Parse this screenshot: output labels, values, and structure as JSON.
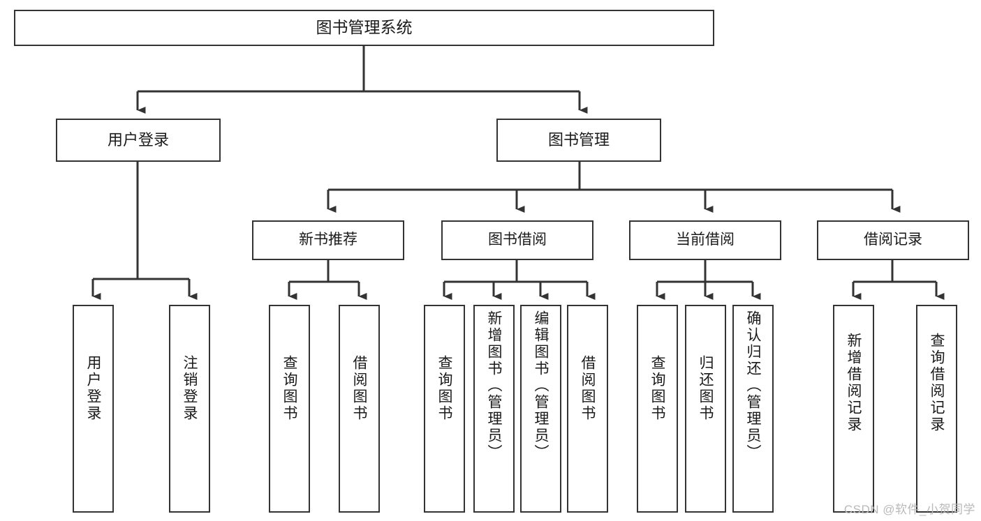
{
  "diagram": {
    "title": "图书管理系统",
    "type": "tree-hierarchy-diagram",
    "root": {
      "id": "root",
      "label": "图书管理系统"
    },
    "level1": [
      {
        "id": "user-login",
        "label": "用户登录"
      },
      {
        "id": "book-management",
        "label": "图书管理"
      }
    ],
    "level2": [
      {
        "id": "new-book-recommend",
        "label": "新书推荐",
        "parent": "book-management"
      },
      {
        "id": "book-borrow",
        "label": "图书借阅",
        "parent": "book-management"
      },
      {
        "id": "current-borrow",
        "label": "当前借阅",
        "parent": "book-management"
      },
      {
        "id": "borrow-record",
        "label": "借阅记录",
        "parent": "book-management"
      }
    ],
    "leaves": [
      {
        "id": "leaf-user-login",
        "label": "用户登录",
        "parent": "user-login"
      },
      {
        "id": "leaf-logout-login",
        "label": "注销登录",
        "parent": "user-login"
      },
      {
        "id": "leaf-query-book-1",
        "label": "查询图书",
        "parent": "new-book-recommend"
      },
      {
        "id": "leaf-borrow-book-1",
        "label": "借阅图书",
        "parent": "new-book-recommend"
      },
      {
        "id": "leaf-query-book-2",
        "label": "查询图书",
        "parent": "book-borrow"
      },
      {
        "id": "leaf-add-book",
        "label": "新增图书（管理员）",
        "parent": "book-borrow"
      },
      {
        "id": "leaf-edit-book",
        "label": "编辑图书（管理员）",
        "parent": "book-borrow"
      },
      {
        "id": "leaf-borrow-book-2",
        "label": "借阅图书",
        "parent": "book-borrow"
      },
      {
        "id": "leaf-query-book-3",
        "label": "查询图书",
        "parent": "current-borrow"
      },
      {
        "id": "leaf-return-book",
        "label": "归还图书",
        "parent": "current-borrow"
      },
      {
        "id": "leaf-confirm-return",
        "label": "确认归还（管理员）",
        "parent": "current-borrow"
      },
      {
        "id": "leaf-add-borrow-record",
        "label": "新增借阅记录",
        "parent": "borrow-record"
      },
      {
        "id": "leaf-query-borrow-record",
        "label": "查询借阅记录",
        "parent": "borrow-record"
      }
    ],
    "colors": {
      "background": "#ffffff",
      "box_border": "#333333",
      "box_fill": "#ffffff",
      "text": "#1a1a1a",
      "connector": "#333333",
      "watermark": "#b9b9b9"
    }
  },
  "watermark": {
    "text": "CSDN @软件_小贺同学"
  }
}
